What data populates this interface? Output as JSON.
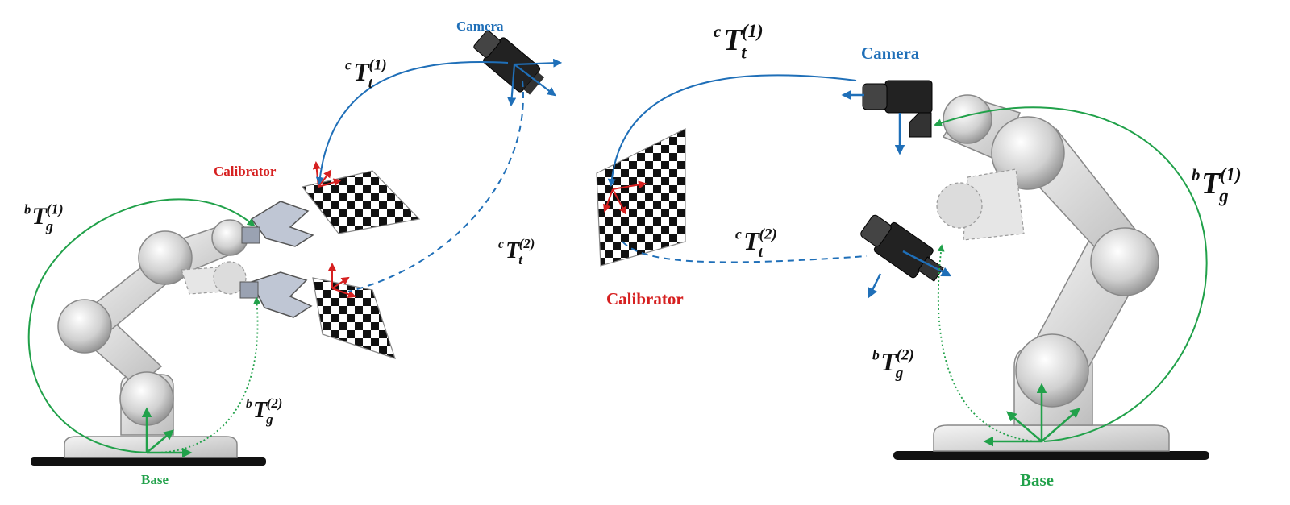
{
  "colors": {
    "camera_blue": "#1f6fb8",
    "calibrator_red": "#d62020",
    "base_green": "#21a14a",
    "robot_gray": "#d9d9d9",
    "ink": "#111111"
  },
  "icons": [
    "robot-arm-icon",
    "camera-icon",
    "gripper-icon",
    "checkerboard-icon",
    "coordinate-frame-icon"
  ],
  "left": {
    "camera_label": "Camera",
    "calibrator_label": "Calibrator",
    "base_label": "Base",
    "t_camera_1": {
      "pre": "c",
      "main": "T",
      "sub": "t",
      "sup": "(1)"
    },
    "t_camera_2": {
      "pre": "c",
      "main": "T",
      "sub": "t",
      "sup": "(2)"
    },
    "t_base_1": {
      "pre": "b",
      "main": "T",
      "sub": "g",
      "sup": "(1)"
    },
    "t_base_2": {
      "pre": "b",
      "main": "T",
      "sub": "g",
      "sup": "(2)"
    }
  },
  "right": {
    "camera_label": "Camera",
    "calibrator_label": "Calibrator",
    "base_label": "Base",
    "t_camera_1": {
      "pre": "c",
      "main": "T",
      "sub": "t",
      "sup": "(1)"
    },
    "t_camera_2": {
      "pre": "c",
      "main": "T",
      "sub": "t",
      "sup": "(2)"
    },
    "t_base_1": {
      "pre": "b",
      "main": "T",
      "sub": "g",
      "sup": "(1)"
    },
    "t_base_2": {
      "pre": "b",
      "main": "T",
      "sub": "g",
      "sup": "(2)"
    }
  }
}
